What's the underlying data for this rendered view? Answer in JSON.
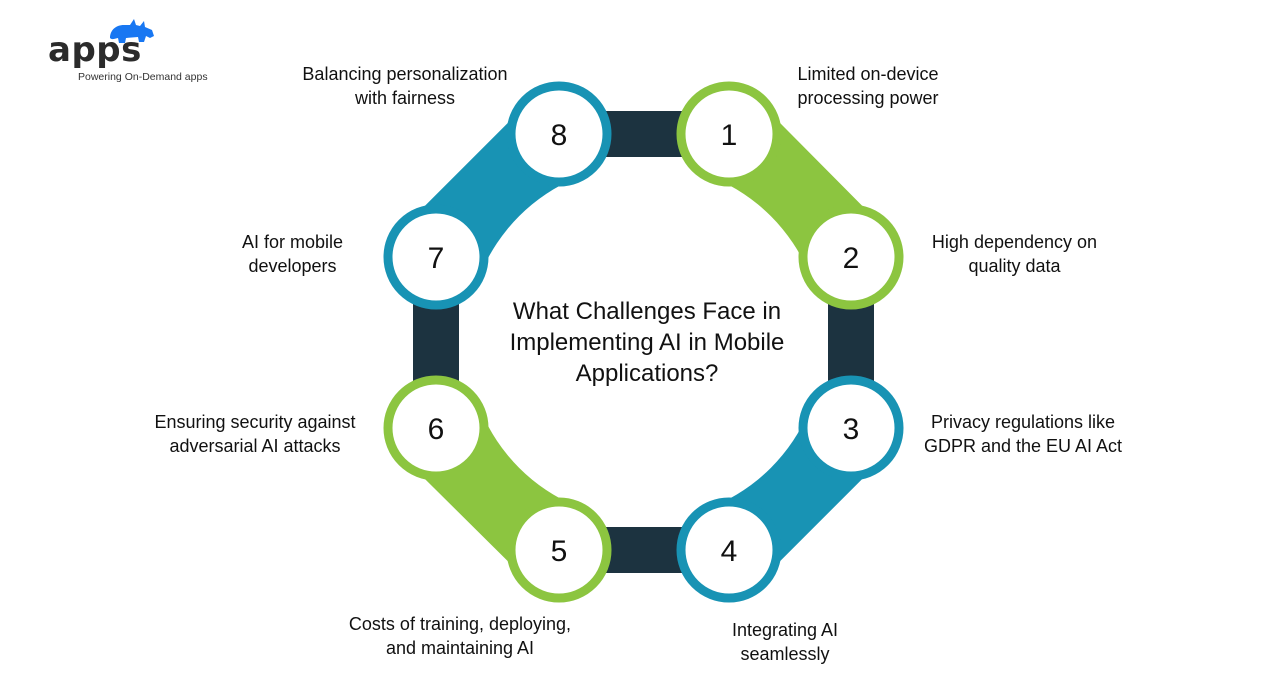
{
  "brand": {
    "name": "apps",
    "tagline": "Powering On-Demand apps",
    "logo_icon": "rhino-icon",
    "logo_color": "#1877f2"
  },
  "center_title": "What Challenges Face in\nImplementing AI in Mobile\nApplications?",
  "colors": {
    "green": "#8cc540",
    "blue": "#1893b4",
    "dark": "#1c3340",
    "node_fill": "#ffffff"
  },
  "challenges": [
    {
      "num": "1",
      "text": "Limited on-device\nprocessing power",
      "color": "green"
    },
    {
      "num": "2",
      "text": "High dependency on\nquality data",
      "color": "green"
    },
    {
      "num": "3",
      "text": "Privacy regulations like\nGDPR and the EU AI Act",
      "color": "blue"
    },
    {
      "num": "4",
      "text": "Integrating AI\nseamlessly",
      "color": "blue"
    },
    {
      "num": "5",
      "text": "Costs of training, deploying,\nand maintaining AI",
      "color": "green"
    },
    {
      "num": "6",
      "text": "Ensuring security against\nadversarial AI attacks",
      "color": "green"
    },
    {
      "num": "7",
      "text": "AI for mobile\ndevelopers",
      "color": "blue"
    },
    {
      "num": "8",
      "text": "Balancing personalization\nwith fairness",
      "color": "blue"
    }
  ]
}
